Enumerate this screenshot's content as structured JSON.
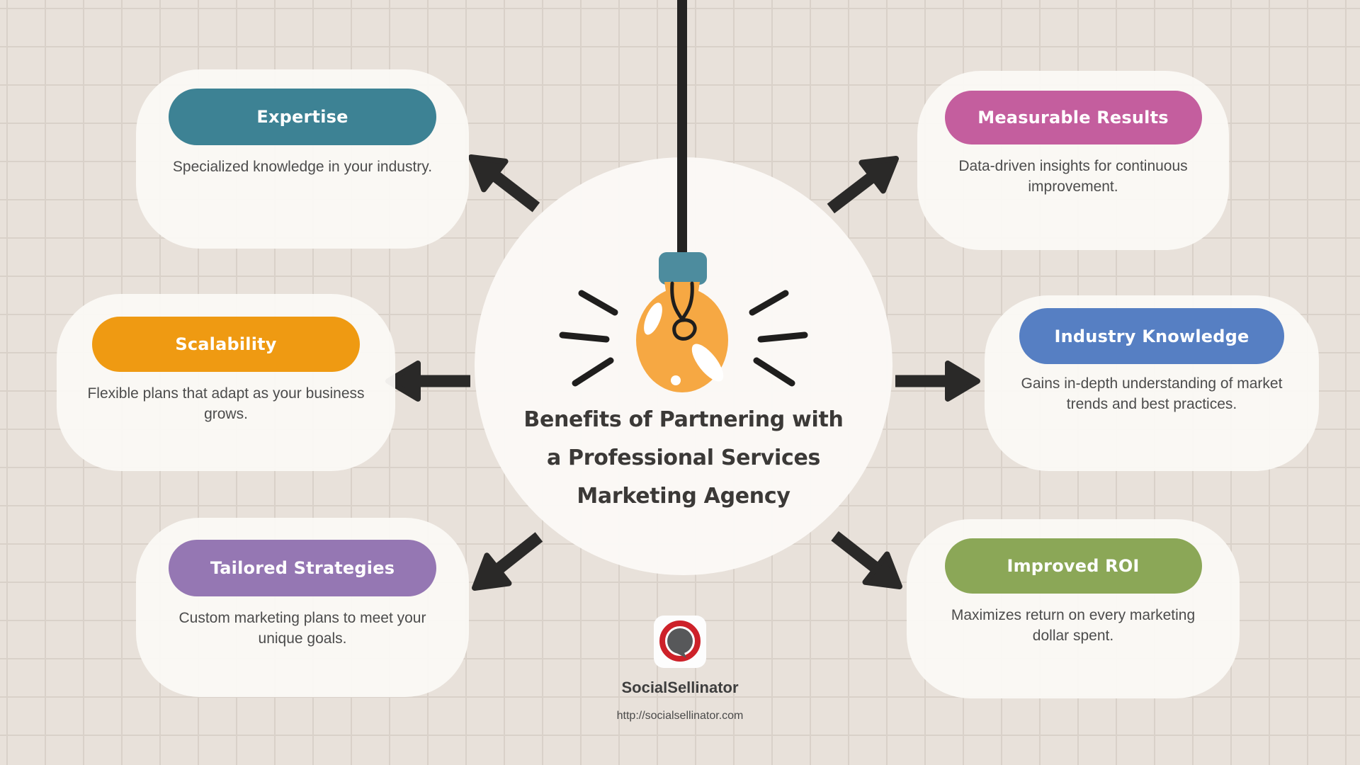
{
  "background": {
    "color": "#e8e1da",
    "grid_line_color": "#d9d1c9"
  },
  "center": {
    "title_lines": [
      "Benefits of Partnering with",
      "a Professional Services",
      "Marketing Agency"
    ],
    "illustration": "hanging-lightbulb-icon",
    "circle_color": "#fbf9f6",
    "bulb_color": "#f6a843",
    "bulb_cap_color": "#4d8c9e",
    "cord_color": "#242322",
    "ray_color": "#1f1e1d",
    "title_color": "#3b3937"
  },
  "cards": [
    {
      "label": "Expertise",
      "body": "Specialized knowledge in your industry.",
      "pill_color": "#3d8294"
    },
    {
      "label": "Scalability",
      "body": "Flexible plans that adapt as your business grows.",
      "pill_color": "#ef9a12"
    },
    {
      "label": "Tailored Strategies",
      "body": "Custom marketing plans to meet your unique goals.",
      "pill_color": "#9577b3"
    },
    {
      "label": "Measurable Results",
      "body": "Data-driven insights for continuous improvement.",
      "pill_color": "#c45e9e"
    },
    {
      "label": "Industry Knowledge",
      "body": "Gains in-depth understanding of market trends and best practices.",
      "pill_color": "#567fc3"
    },
    {
      "label": "Improved ROI",
      "body": "Maximizes return on every marketing dollar spent.",
      "pill_color": "#8ba757"
    }
  ],
  "arrows": {
    "color": "#2a2928",
    "directions": [
      "up-left",
      "left",
      "down-left",
      "up-right",
      "right",
      "down-right"
    ]
  },
  "footer": {
    "brand": "SocialSellinator",
    "url": "http://socialsellinator.com",
    "logo": "speech-bubble-ring-logo",
    "logo_ring_color": "#cd2129",
    "logo_bubble_color": "#57585a"
  }
}
